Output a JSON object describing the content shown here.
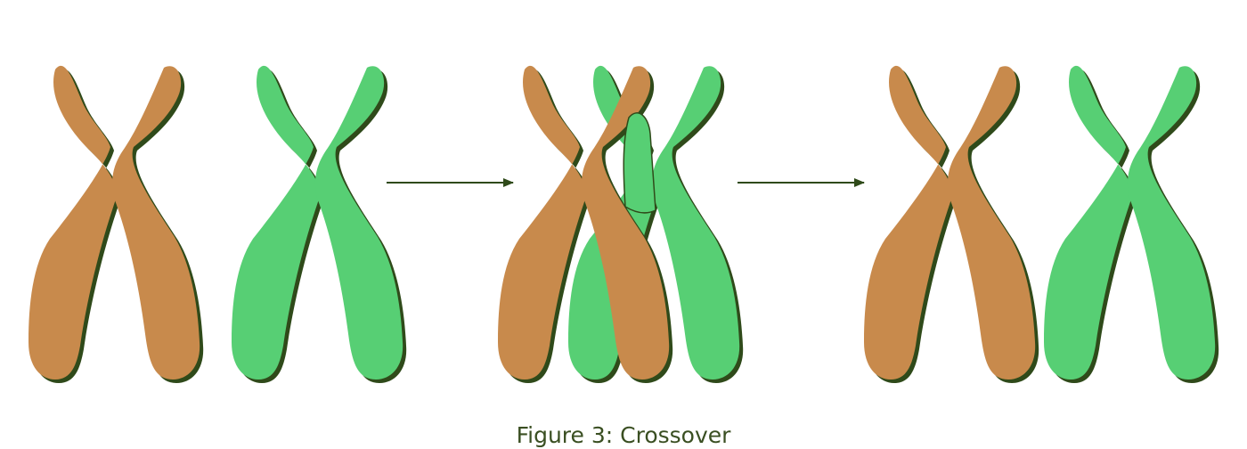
{
  "figure": {
    "caption": "Figure 3: Crossover"
  },
  "colors": {
    "parent_a": "#c88a4c",
    "parent_b": "#57cf74",
    "shadow": "#2f4a1a",
    "arrow": "#2f4a1a",
    "caption": "#3a4f22"
  },
  "stages": [
    {
      "name": "parents",
      "chromosomes": [
        "parent-a",
        "parent-b"
      ]
    },
    {
      "name": "crossing-over",
      "chromosomes": [
        "parent-a",
        "parent-b"
      ]
    },
    {
      "name": "offspring",
      "chromosomes": [
        "child-a",
        "child-b"
      ]
    }
  ]
}
